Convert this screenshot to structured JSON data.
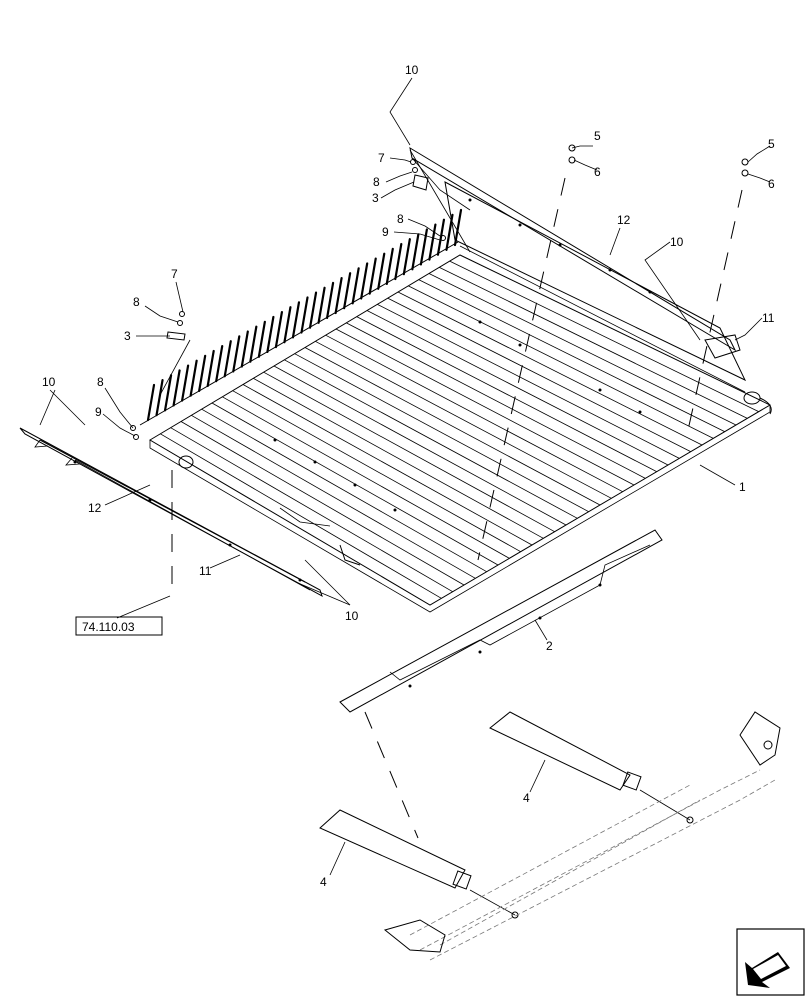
{
  "diagram": {
    "callouts": {
      "c1": "1",
      "c2": "2",
      "c3a": "3",
      "c3b": "3",
      "c4a": "4",
      "c4b": "4",
      "c5a": "5",
      "c5b": "5",
      "c6a": "6",
      "c6b": "6",
      "c7a": "7",
      "c7b": "7",
      "c8a": "8",
      "c8b": "8",
      "c8c": "8",
      "c8d": "8",
      "c9a": "9",
      "c9b": "9",
      "c10a": "10",
      "c10b": "10",
      "c10c": "10",
      "c10d": "10",
      "c11a": "11",
      "c11b": "11",
      "c12a": "12",
      "c12b": "12"
    },
    "reference_box": "74.110.03"
  }
}
